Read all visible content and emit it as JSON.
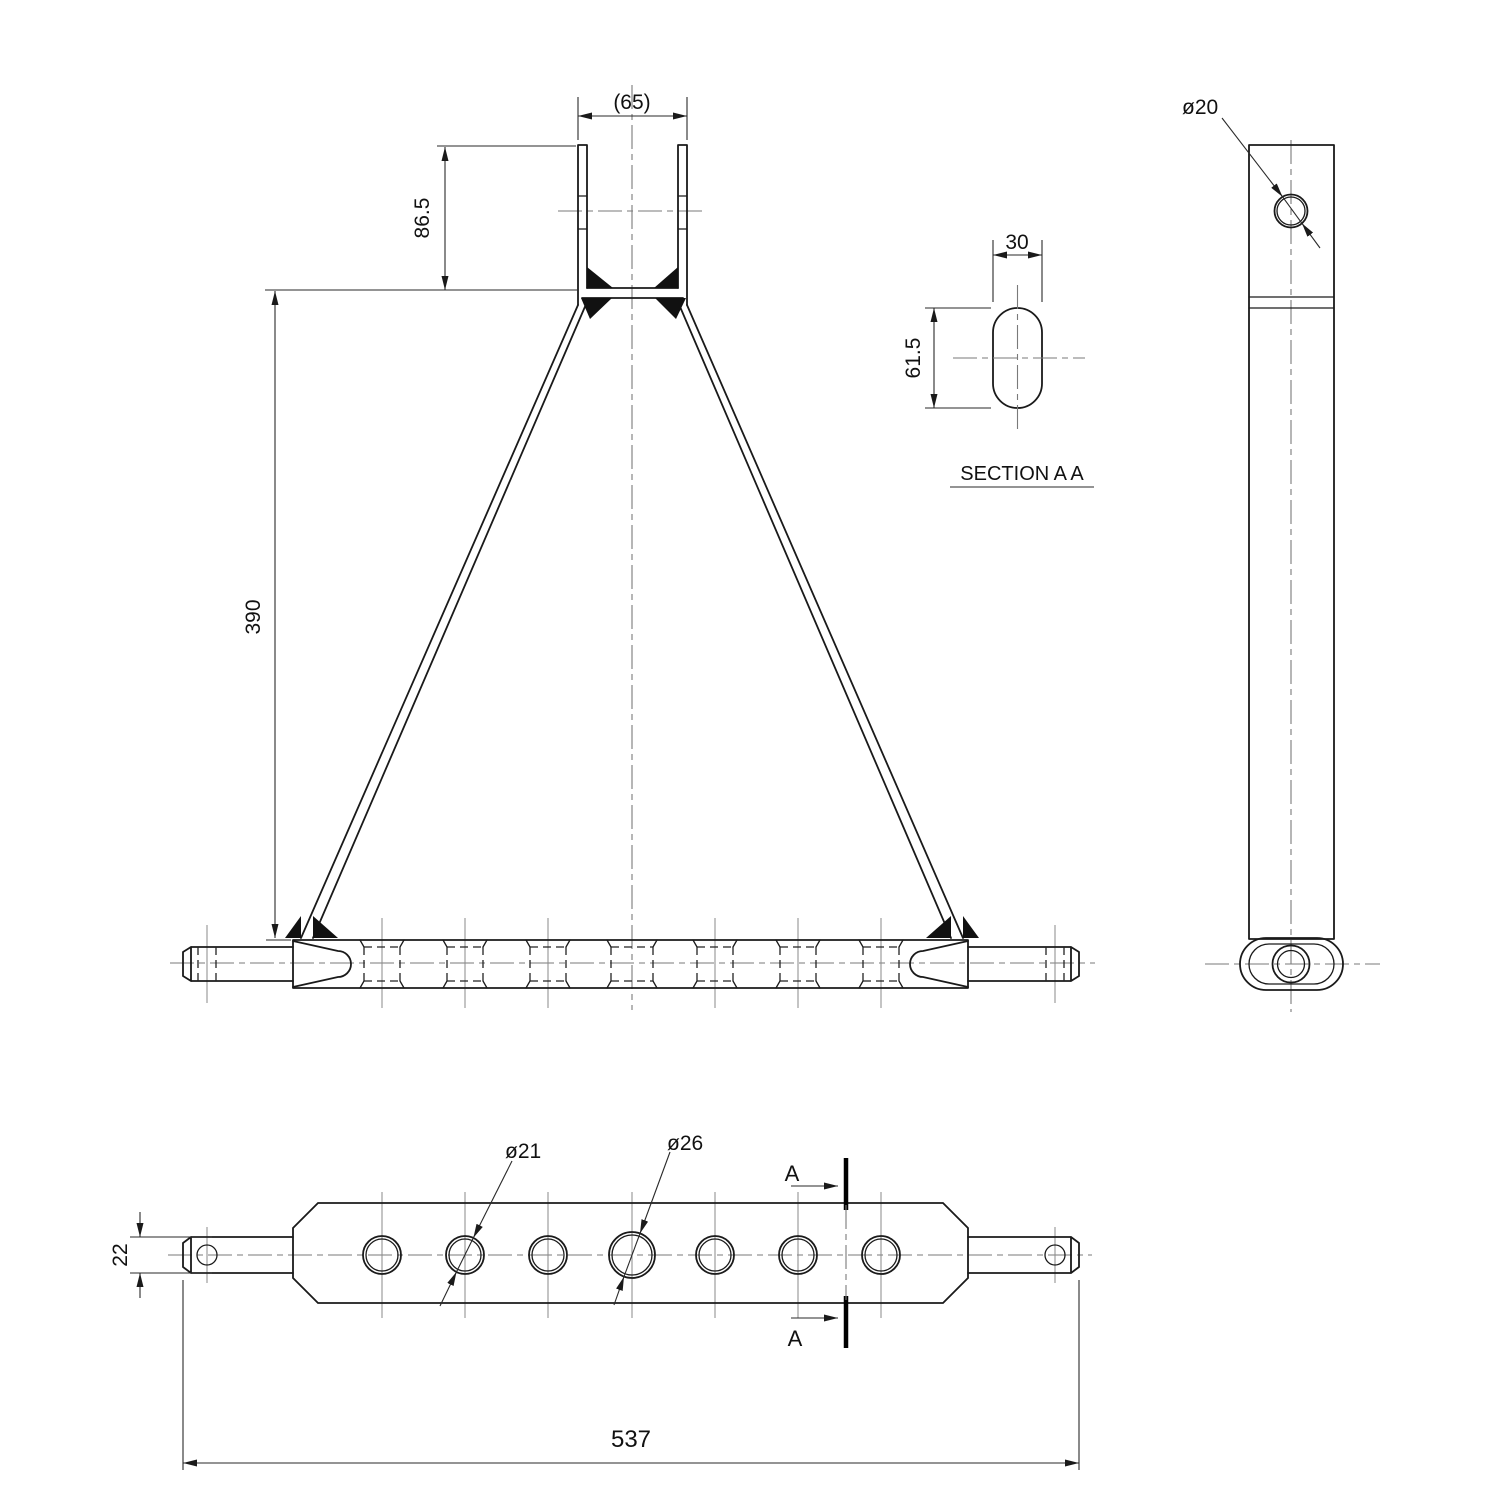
{
  "front_view": {
    "dim_clevis_width": "(65)",
    "dim_clevis_height": "86.5",
    "dim_frame_height": "390"
  },
  "section_view": {
    "dim_width": "30",
    "dim_height": "61.5",
    "label": "SECTION A A"
  },
  "side_view": {
    "dim_hole_diameter": "ø20"
  },
  "top_view": {
    "dim_pin_diameter": "22",
    "dim_hole_small": "ø21",
    "dim_hole_large": "ø26",
    "dim_overall_length": "537",
    "section_mark_top": "A",
    "section_mark_bottom": "A"
  },
  "colors": {
    "background": "#ffffff",
    "outline": "#1a1a1a",
    "centerline": "#7a7a7a",
    "dimension": "#2a2a2a"
  }
}
